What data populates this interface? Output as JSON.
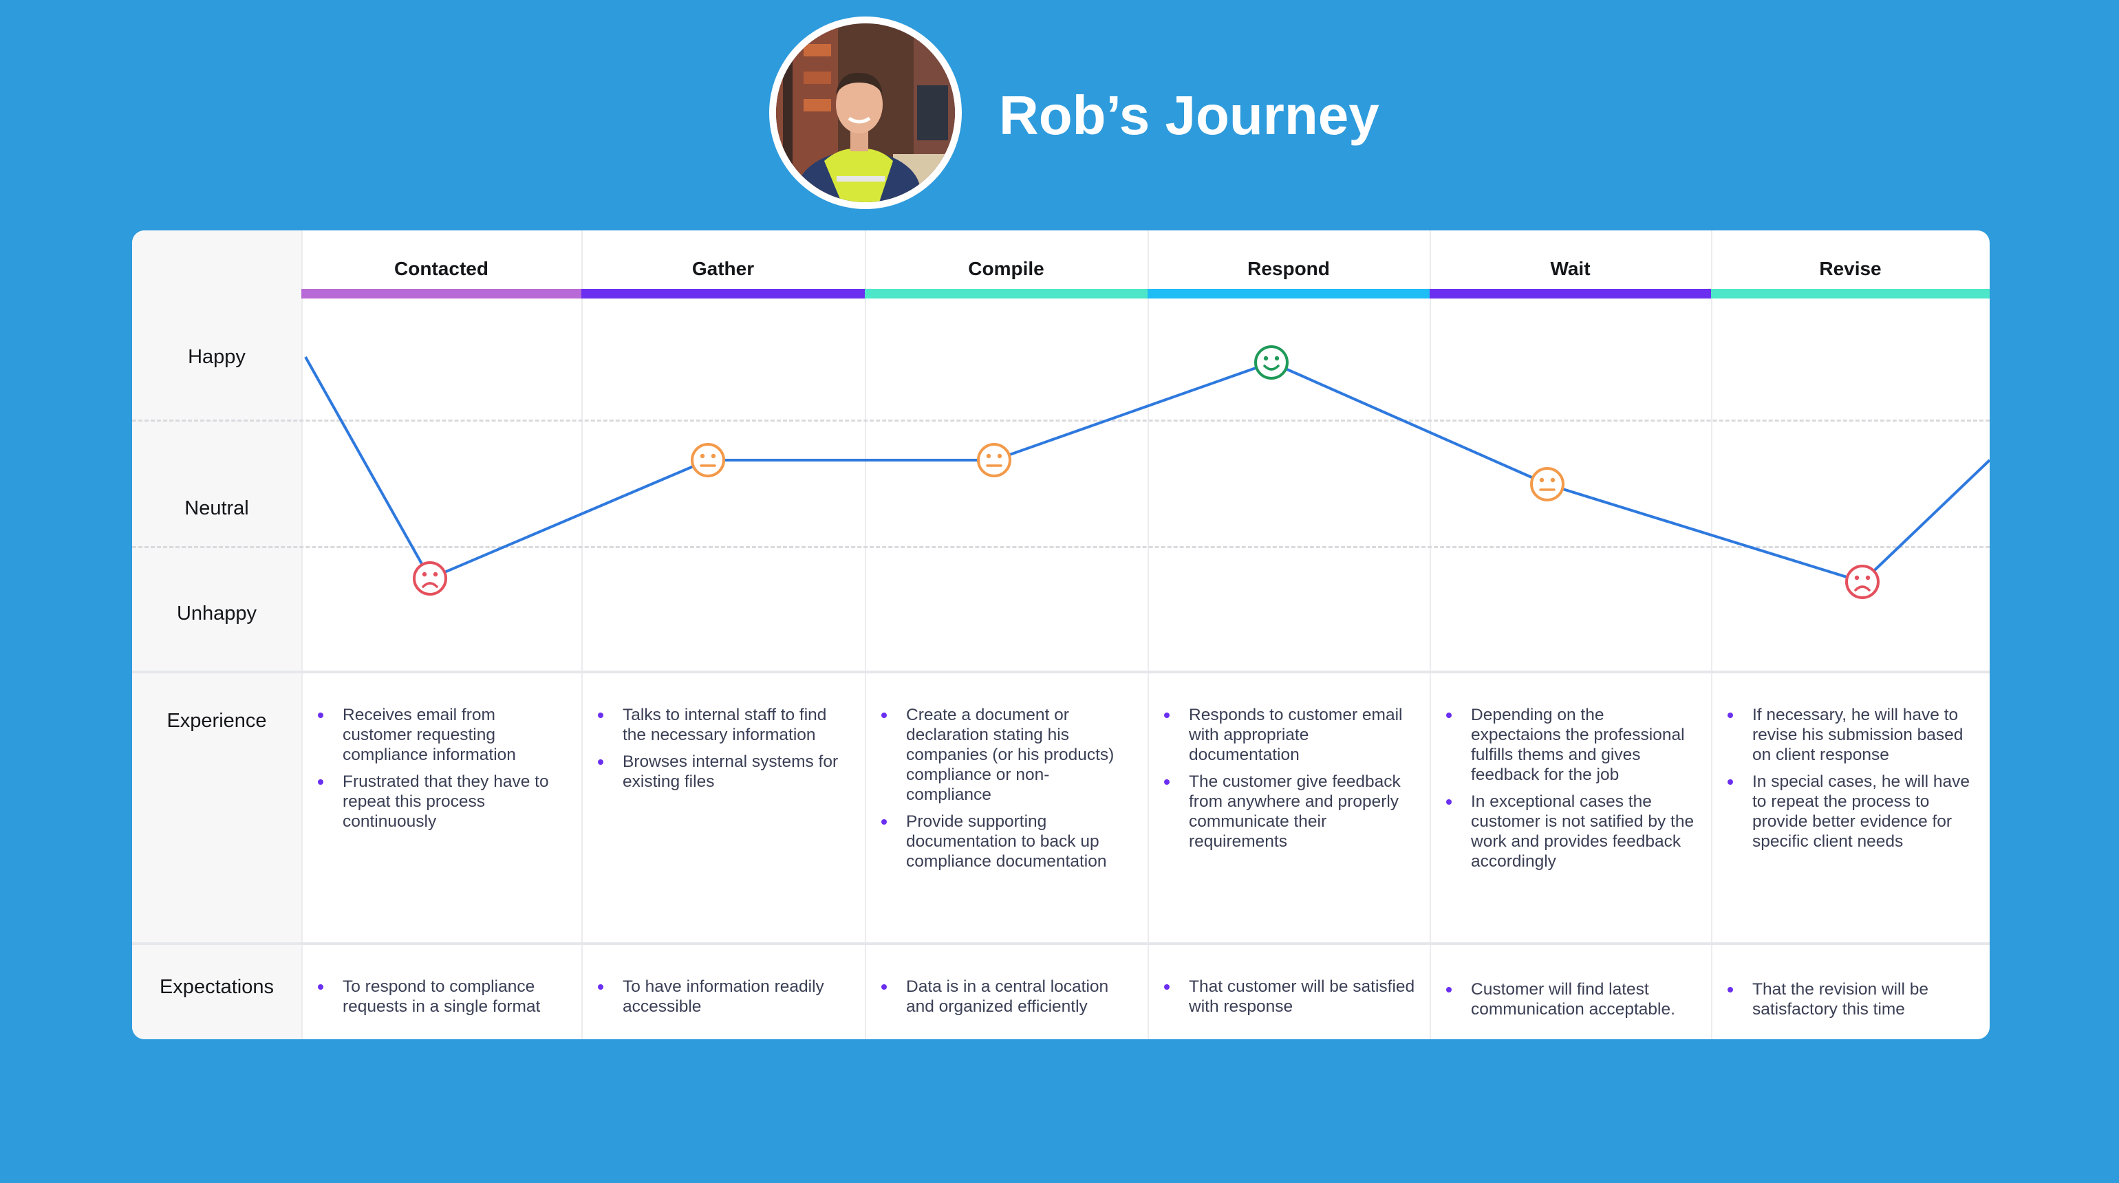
{
  "header": {
    "title": "Rob’s Journey",
    "avatar_icon": "person-photo"
  },
  "row_labels": {
    "happy": "Happy",
    "neutral": "Neutral",
    "unhappy": "Unhappy",
    "experience": "Experience",
    "expectations": "Expectations"
  },
  "stages": [
    {
      "name": "Contacted",
      "color": "#b86bd6"
    },
    {
      "name": "Gather",
      "color": "#6b2ff0"
    },
    {
      "name": "Compile",
      "color": "#4ee6c8"
    },
    {
      "name": "Respond",
      "color": "#1fbdf5"
    },
    {
      "name": "Wait",
      "color": "#6b2ff0"
    },
    {
      "name": "Revise",
      "color": "#4ee6c8"
    }
  ],
  "mood_colors": {
    "happy": "#1f9a58",
    "neutral": "#f39a4a",
    "unhappy": "#e4505d",
    "line": "#2e79de"
  },
  "chart_data": {
    "type": "line",
    "mood_levels": [
      "Unhappy",
      "Neutral",
      "Happy"
    ],
    "points": [
      {
        "stage": "Contacted",
        "mood": "unhappy"
      },
      {
        "stage": "Gather",
        "mood": "neutral"
      },
      {
        "stage": "Compile",
        "mood": "neutral"
      },
      {
        "stage": "Respond",
        "mood": "happy"
      },
      {
        "stage": "Wait",
        "mood": "neutral"
      },
      {
        "stage": "Revise",
        "mood": "unhappy"
      }
    ]
  },
  "experience": [
    [
      "Receives email from customer requesting compliance information",
      "Frustrated that they have to repeat this process continuously"
    ],
    [
      "Talks to internal staff to find the necessary information",
      "Browses internal systems for existing files"
    ],
    [
      "Create a document or declaration stating his companies (or his products) compliance or non-compliance",
      "Provide supporting documentation to back up compliance documentation"
    ],
    [
      "Responds to customer email with appropriate documentation",
      "The customer give feedback from anywhere and properly communicate their requirements"
    ],
    [
      "Depending on the expectaions the professional fulfills thems and gives feedback for the job",
      "In exceptional cases the customer is not satified by the work and provides feedback accordingly"
    ],
    [
      "If necessary, he will have to revise his submission based on client response",
      "In special cases, he will have to repeat the process to provide better evidence for specific client needs"
    ]
  ],
  "expectations": [
    [
      "To respond to compliance requests in a single format"
    ],
    [
      "To have information readily accessible"
    ],
    [
      "Data is in a central location and organized efficiently"
    ],
    [
      "That customer will be satisfied with response"
    ],
    [
      "Customer will find latest communication acceptable."
    ],
    [
      "That the revision will be satisfactory this time"
    ]
  ]
}
